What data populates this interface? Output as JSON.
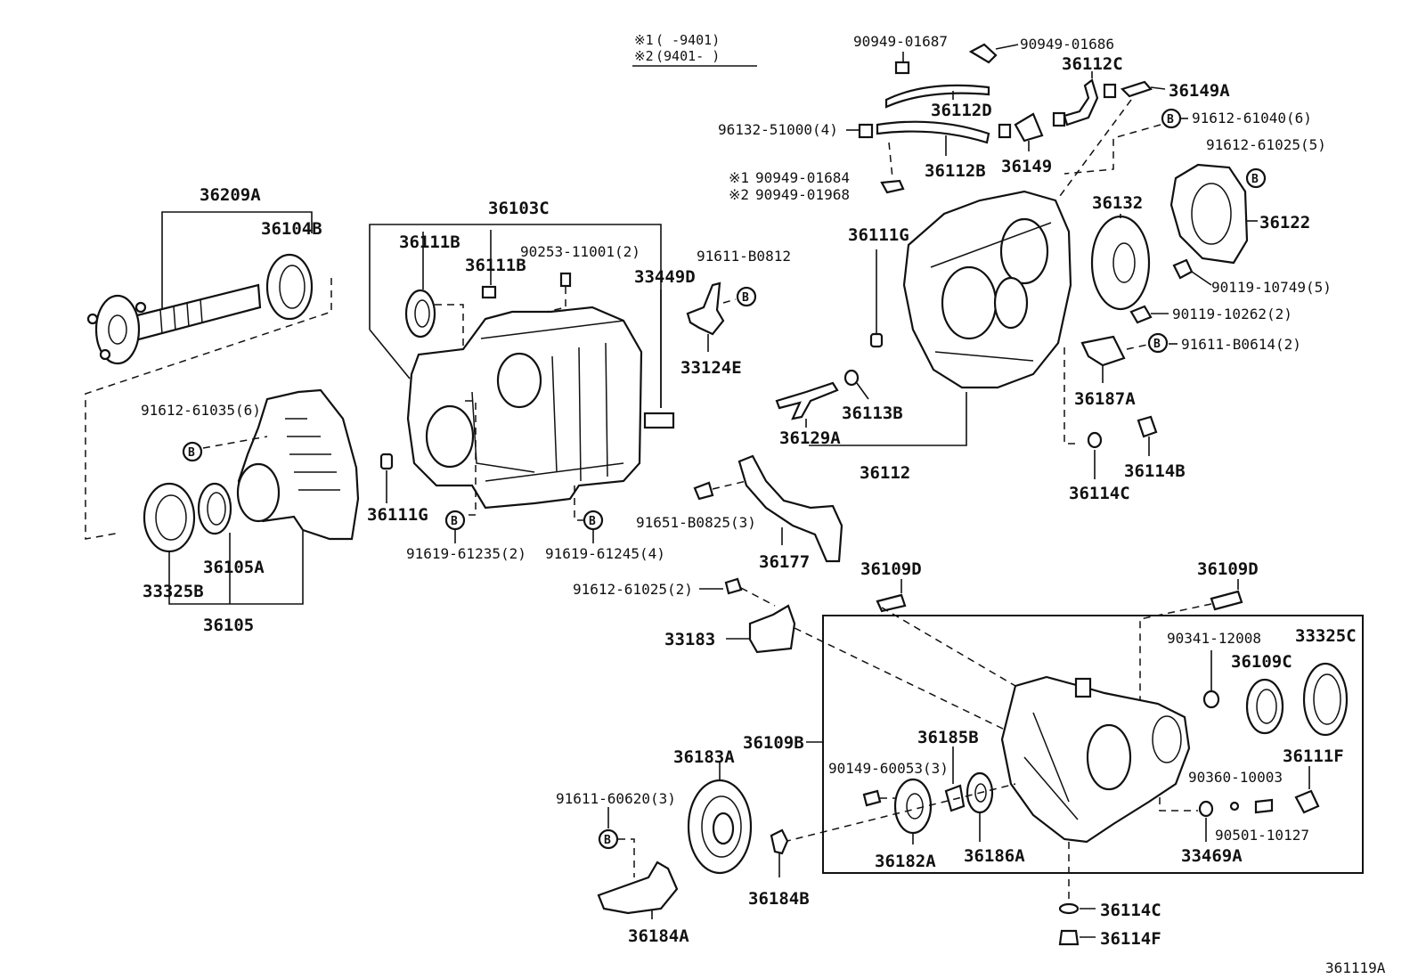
{
  "notes": [
    {
      "marker": "※1",
      "range": "(      -9401)"
    },
    {
      "marker": "※2",
      "range": "(9401-      )"
    }
  ],
  "diagram_code": "361119A",
  "bolt_symbol": "B",
  "labels": {
    "p36209A": "36209A",
    "p36104B": "36104B",
    "p91612_61035": "91612-61035(6)",
    "p33325B": "33325B",
    "p36105A": "36105A",
    "p36105": "36105",
    "p36103C": "36103C",
    "p36111B_a": "36111B",
    "p36111B_b": "36111B",
    "p90253_11001": "90253-11001(2)",
    "p33449D": "33449D",
    "p36111G_a": "36111G",
    "p91619_61235": "91619-61235(2)",
    "p91619_61245": "91619-61245(4)",
    "p91611_B0812": "91611-B0812",
    "p33124E": "33124E",
    "p90949_01687": "90949-01687",
    "p90949_01686": "90949-01686",
    "p36112C": "36112C",
    "p36149A": "36149A",
    "p36112D": "36112D",
    "p96132_51000": "96132-51000(4)",
    "p36112B": "36112B",
    "p36149": "36149",
    "p90949_01684": "90949-01684",
    "p90949_01968": "90949-01968",
    "p91612_61040": "91612-61040(6)",
    "p91612_61025_5": "91612-61025(5)",
    "p36132": "36132",
    "p36122": "36122",
    "p90119_10749": "90119-10749(5)",
    "p90119_10262": "90119-10262(2)",
    "p91611_B0614": "91611-B0614(2)",
    "p36111G_b": "36111G",
    "p36187A": "36187A",
    "p36113B": "36113B",
    "p36129A": "36129A",
    "p36112": "36112",
    "p36114B": "36114B",
    "p36114C_a": "36114C",
    "p91651_B0825": "91651-B0825(3)",
    "p36177": "36177",
    "p91612_61025_2": "91612-61025(2)",
    "p36109D_a": "36109D",
    "p36109D_b": "36109D",
    "p33183": "33183",
    "p90341_12008": "90341-12008",
    "p33325C": "33325C",
    "p36109C": "36109C",
    "p36109B": "36109B",
    "p36185B": "36185B",
    "p36183A": "36183A",
    "p90149_60053": "90149-60053(3)",
    "p36111F": "36111F",
    "p90360_10003": "90360-10003",
    "p91611_60620": "91611-60620(3)",
    "p36182A": "36182A",
    "p36186A": "36186A",
    "p90501_10127": "90501-10127",
    "p33469A": "33469A",
    "p36184B": "36184B",
    "p36184A": "36184A",
    "p36114C_b": "36114C",
    "p36114F": "36114F"
  }
}
